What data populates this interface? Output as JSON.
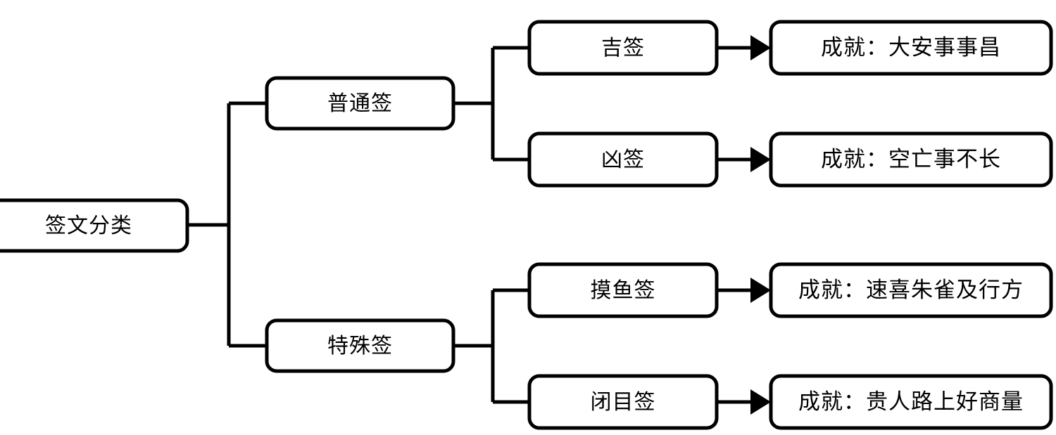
{
  "diagram": {
    "type": "tree",
    "orientation": "left-to-right",
    "background_color": "#ffffff",
    "stroke_color": "#000000",
    "root": {
      "id": "root",
      "label": "签文分类"
    },
    "levels": [
      {
        "name": "category",
        "nodes": [
          {
            "id": "normal",
            "label": "普通签"
          },
          {
            "id": "special",
            "label": "特殊签"
          }
        ]
      },
      {
        "name": "subtype",
        "nodes": [
          {
            "id": "lucky",
            "label": "吉签",
            "parent": "normal"
          },
          {
            "id": "unlucky",
            "label": "凶签",
            "parent": "normal"
          },
          {
            "id": "moyu",
            "label": "摸鱼签",
            "parent": "special"
          },
          {
            "id": "bimu",
            "label": "闭目签",
            "parent": "special"
          }
        ]
      },
      {
        "name": "achievement",
        "nodes": [
          {
            "id": "ach1",
            "label": "成就：大安事事昌",
            "parent": "lucky"
          },
          {
            "id": "ach2",
            "label": "成就：空亡事不长",
            "parent": "unlucky"
          },
          {
            "id": "ach3",
            "label": "成就：速喜朱雀及行方",
            "parent": "moyu"
          },
          {
            "id": "ach4",
            "label": "成就：贵人路上好商量",
            "parent": "bimu"
          }
        ]
      }
    ],
    "edges": [
      {
        "from": "root",
        "to": "normal",
        "arrow": false
      },
      {
        "from": "root",
        "to": "special",
        "arrow": false
      },
      {
        "from": "normal",
        "to": "lucky",
        "arrow": false
      },
      {
        "from": "normal",
        "to": "unlucky",
        "arrow": false
      },
      {
        "from": "special",
        "to": "moyu",
        "arrow": false
      },
      {
        "from": "special",
        "to": "bimu",
        "arrow": false
      },
      {
        "from": "lucky",
        "to": "ach1",
        "arrow": true
      },
      {
        "from": "unlucky",
        "to": "ach2",
        "arrow": true
      },
      {
        "from": "moyu",
        "to": "ach3",
        "arrow": true
      },
      {
        "from": "bimu",
        "to": "ach4",
        "arrow": true
      }
    ]
  }
}
